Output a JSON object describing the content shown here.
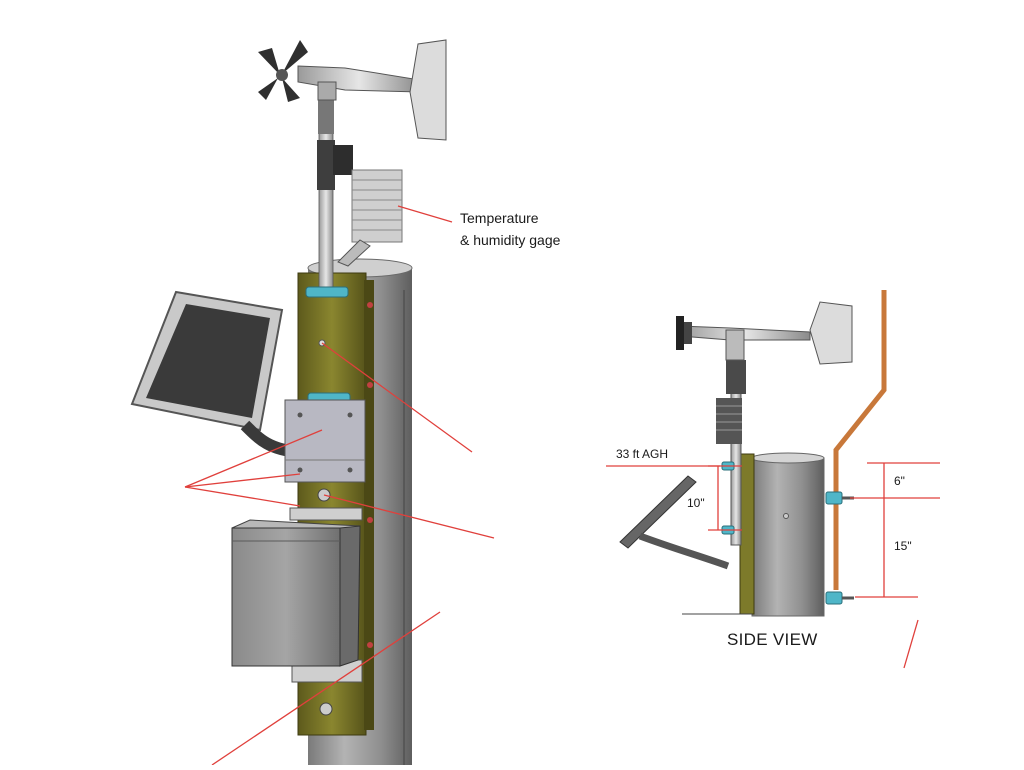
{
  "labels": {
    "temperature_line1": "Temperature",
    "temperature_line2": "& humidity gage",
    "side_view": "SIDE VIEW",
    "height_agh": "33 ft AGH",
    "dim_10": "10\"",
    "dim_6": "6\"",
    "dim_15": "15\""
  },
  "colors": {
    "leader_line": "#e0403c",
    "mounting_plate": "#7d7a2a",
    "pole": "#8c8c8c",
    "conduit": "#c8783a",
    "clamp": "#4fb6c8"
  }
}
